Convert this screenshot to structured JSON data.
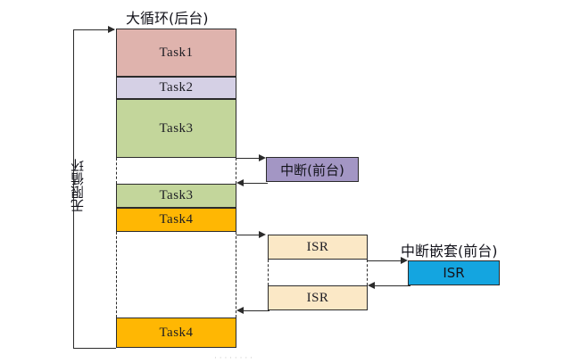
{
  "diagram": {
    "title_background": "大循环(后台)",
    "loop_label": "无限循环",
    "interrupt_label": "中断(前台)",
    "nested_label": "中断嵌套(前台)",
    "colors": {
      "task1": "#dfb3ad",
      "task2": "#d5d0e5",
      "task3": "#c3d69b",
      "task4": "#ffb703",
      "interrupt": "#a396c4",
      "isr": "#fbe8c6",
      "isr_nested": "#14a5e0",
      "stroke": "#2b2b2b",
      "background": "#ffffff"
    },
    "background_tasks": [
      {
        "label": "Task1",
        "color_key": "task1"
      },
      {
        "label": "Task2",
        "color_key": "task2"
      },
      {
        "label": "Task3",
        "color_key": "task3"
      },
      {
        "label": "Task3",
        "color_key": "task3"
      },
      {
        "label": "Task4",
        "color_key": "task4"
      },
      {
        "label": "Task4",
        "color_key": "task4"
      }
    ],
    "isr_boxes": [
      {
        "label": "ISR"
      },
      {
        "label": "ISR"
      }
    ],
    "nested_isr": {
      "label": "ISR"
    },
    "footnote": "· · ·   · ·    · · ·"
  }
}
